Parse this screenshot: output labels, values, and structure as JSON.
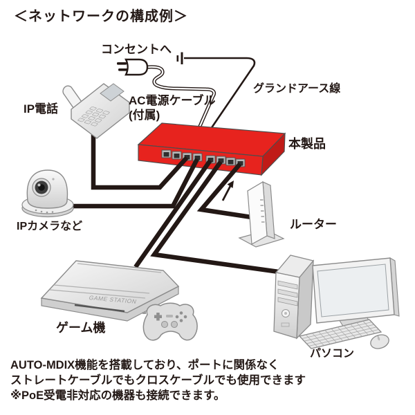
{
  "title": "＜ネットワークの構成例＞",
  "colors": {
    "product_red": "#e7231e",
    "product_red_dark": "#c01b17",
    "cable_black": "#231815",
    "device_gray": "#e8e8e8",
    "outline_gray": "#8a8a8a"
  },
  "diagram": {
    "labels": {
      "outlet": "コンセントへ",
      "ac_cable": "AC電源ケーブル",
      "ac_cable_note": "(付属)",
      "ground_wire": "グランドアース線",
      "product": "本製品",
      "ip_phone": "IP電話",
      "ip_camera": "IPカメラなど",
      "router": "ルーター",
      "game_console": "ゲーム機",
      "game_console_brand": "GAME STATION",
      "pc": "パソコン"
    },
    "notes": [
      "AUTO-MDIX機能を搭載しており、ポートに関係なく",
      "ストレートケーブルでもクロスケーブルでも使用できます",
      "※PoE受電非対応の機器も接続できます。"
    ]
  }
}
